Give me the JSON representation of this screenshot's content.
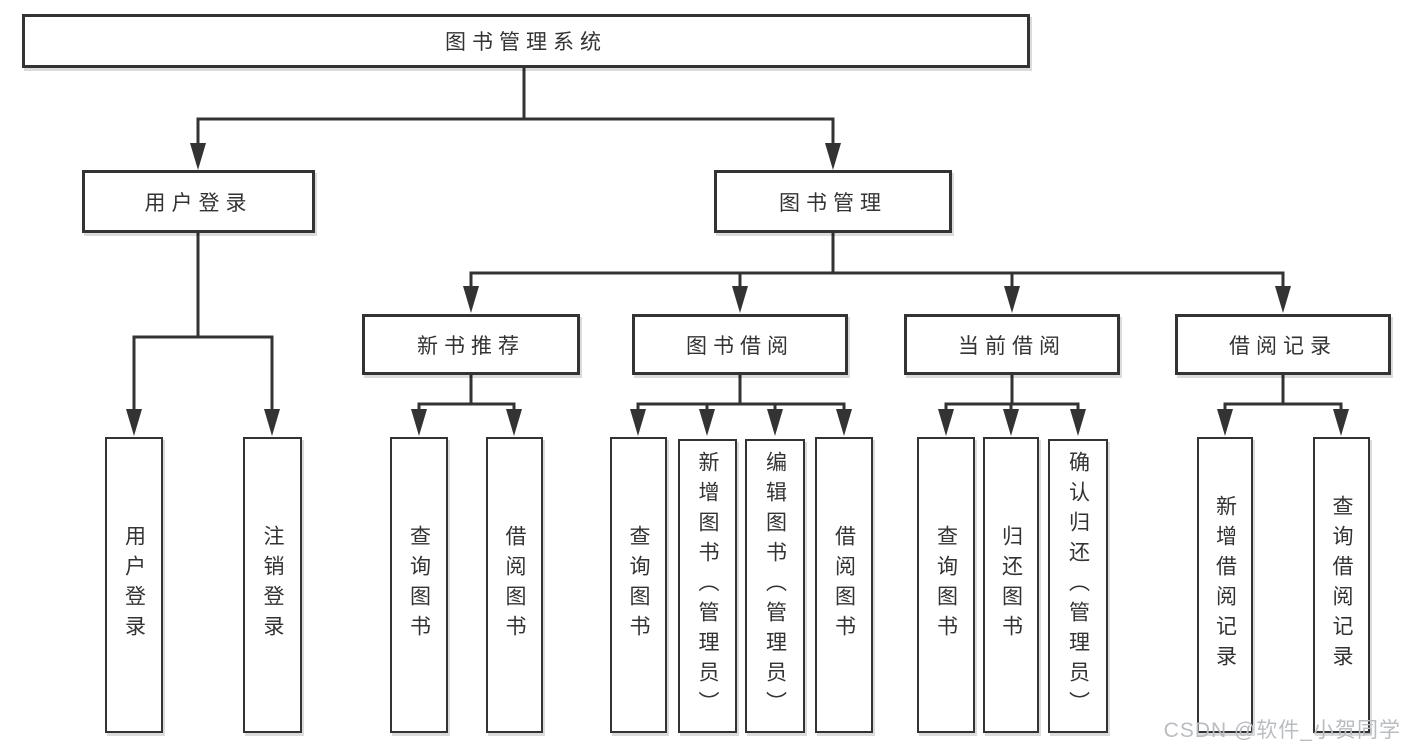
{
  "diagram": {
    "root": {
      "label": "图书管理系统"
    },
    "branches": [
      {
        "label": "用户登录",
        "children": [
          {
            "label": "用户登录"
          },
          {
            "label": "注销登录"
          }
        ]
      },
      {
        "label": "图书管理",
        "children": [
          {
            "label": "新书推荐",
            "children": [
              {
                "label": "查询图书"
              },
              {
                "label": "借阅图书"
              }
            ]
          },
          {
            "label": "图书借阅",
            "children": [
              {
                "label": "查询图书"
              },
              {
                "label": "新增图书（管理员）"
              },
              {
                "label": "编辑图书（管理员）"
              },
              {
                "label": "借阅图书"
              }
            ]
          },
          {
            "label": "当前借阅",
            "children": [
              {
                "label": "查询图书"
              },
              {
                "label": "归还图书"
              },
              {
                "label": "确认归还（管理员）"
              }
            ]
          },
          {
            "label": "借阅记录",
            "children": [
              {
                "label": "新增借阅记录"
              },
              {
                "label": "查询借阅记录"
              }
            ]
          }
        ]
      }
    ]
  },
  "watermark": {
    "text": "CSDN @软件_小贺同学"
  },
  "colors": {
    "background": "#ffffff",
    "line": "#333333",
    "box_border": "#333333",
    "text": "#333333",
    "watermark": "#b9bdc1"
  }
}
